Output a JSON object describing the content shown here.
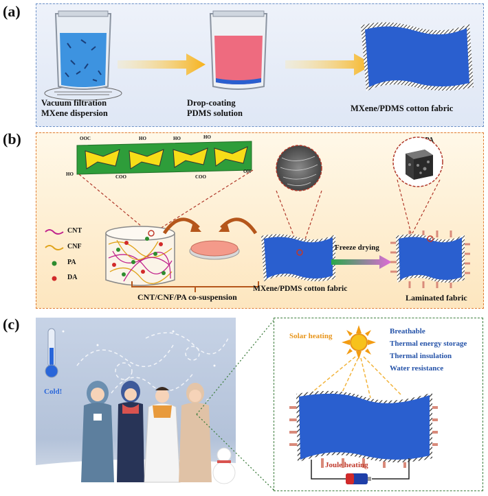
{
  "panels": {
    "a": {
      "letter": "(a)",
      "label1_line1": "Vacuum filtration",
      "label1_line2": "MXene dispersion",
      "label2_line1": "Drop-coating",
      "label2_line2": "PDMS solution",
      "label3": "MXene/PDMS cotton fabric"
    },
    "b": {
      "letter": "(b)",
      "legend": [
        "CNT",
        "CNF",
        "PA",
        "DA"
      ],
      "suspension_label": "CNT/CNF/PA co-suspension",
      "fabric_label": "MXene/PDMS cotton fabric",
      "process_label": "Freeze drying",
      "laminated_label": "Laminated fabric",
      "ccpa_label": "CCPA",
      "chem_labels": [
        "OOC",
        "HO",
        "HO",
        "HO",
        "HO",
        "OH",
        "COO",
        "COO"
      ]
    },
    "c": {
      "letter": "(c)",
      "cold_label": "Cold!",
      "solar_label": "Solar heating",
      "joule_label": "Joule heating",
      "properties": [
        "Breathable",
        "Thermal energy storage",
        "Thermal insulation",
        "Water resistance"
      ]
    }
  },
  "colors": {
    "fabric_blue": "#2a5fcf",
    "arrow_yellow": "#f6b21c",
    "arrow_brown": "#b5561b",
    "text_blue": "#2452a8",
    "solar_orange": "#f39c12"
  }
}
